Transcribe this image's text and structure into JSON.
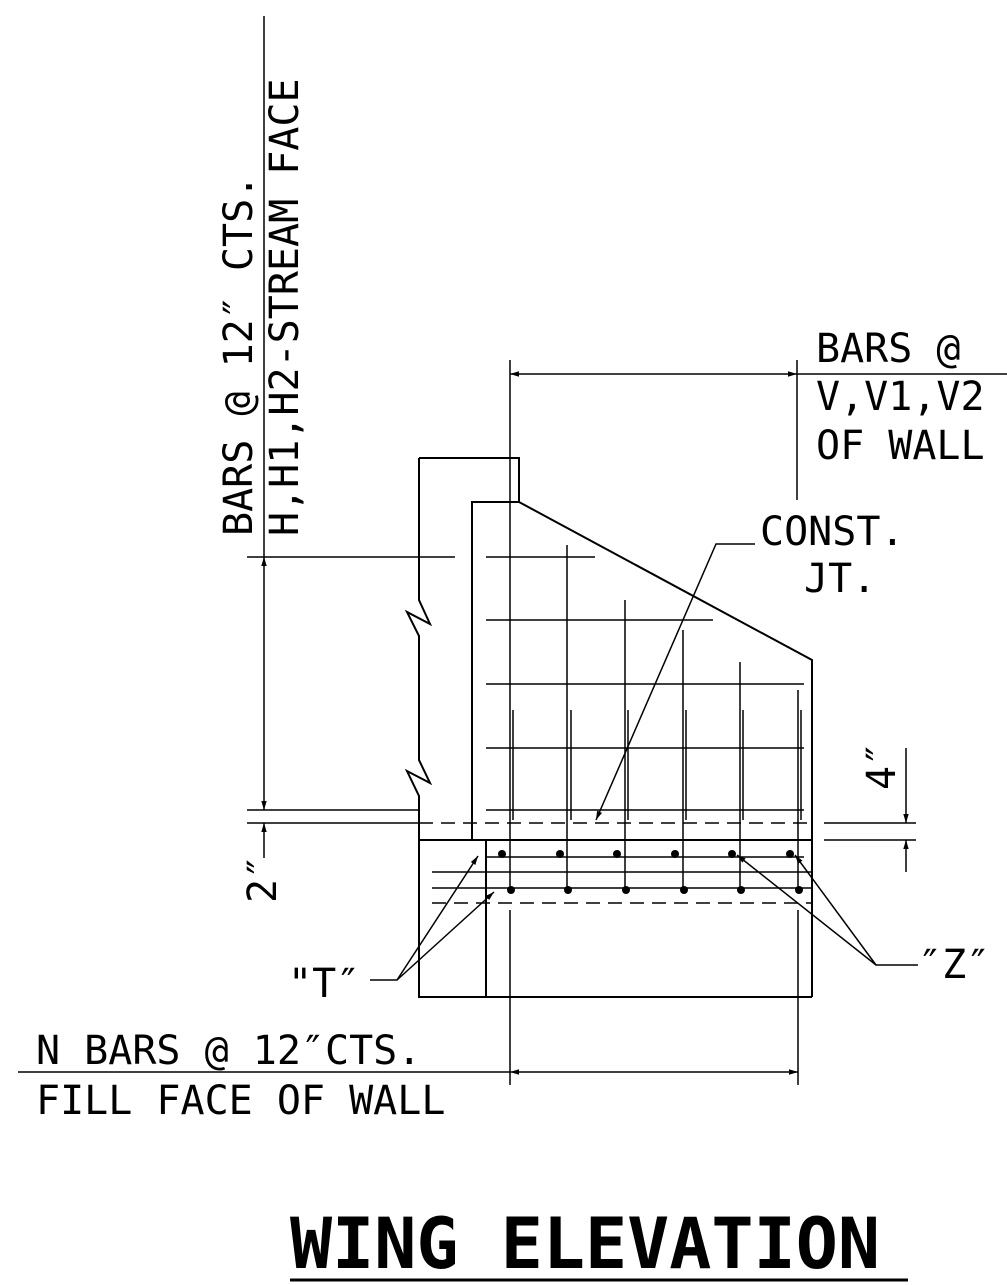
{
  "drawing": {
    "title": "WING ELEVATION",
    "stream_face_note": {
      "line1": "BARS @ 12″ CTS.",
      "line2": "H,H1,H2-STREAM FACE"
    },
    "wall_note": {
      "line1": "BARS @",
      "line2": "V,V1,V2",
      "line3": "OF WALL"
    },
    "const_jt_note": {
      "line1": "CONST.",
      "line2": "JT."
    },
    "fill_face_note": {
      "line1": "N BARS @ 12″CTS.",
      "line2": "FILL FACE OF WALL"
    },
    "dim_top": "4″",
    "dim_left": "2″",
    "label_t": "\"T″",
    "label_z": "″Z″"
  }
}
